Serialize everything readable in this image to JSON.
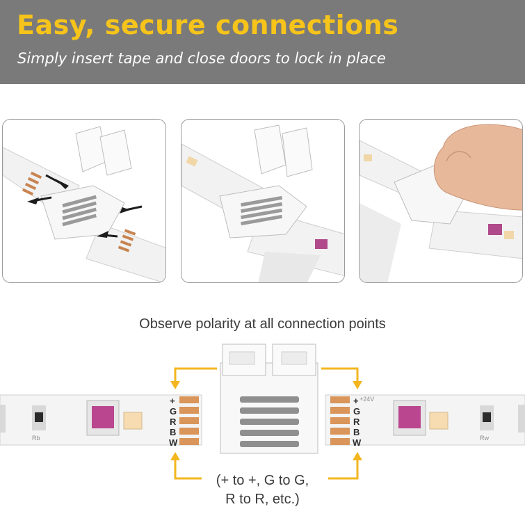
{
  "banner": {
    "title": "Easy, secure connections",
    "subtitle": "Simply insert tape and close doors to lock in place"
  },
  "polarity": {
    "heading": "Observe polarity at all connection points",
    "caption_line1": "(+ to +, G to G,",
    "caption_line2": "R to R, etc.)"
  },
  "pins": [
    "+",
    "G",
    "R",
    "B",
    "W"
  ],
  "strip_marks": {
    "voltage": "+24V",
    "rb": "Rb",
    "rw": "Rw"
  },
  "colors": {
    "banner_bg": "#7a7a7a",
    "title": "#f6c41a",
    "arrow": "#f3b61f",
    "pad": "#d9955a"
  }
}
